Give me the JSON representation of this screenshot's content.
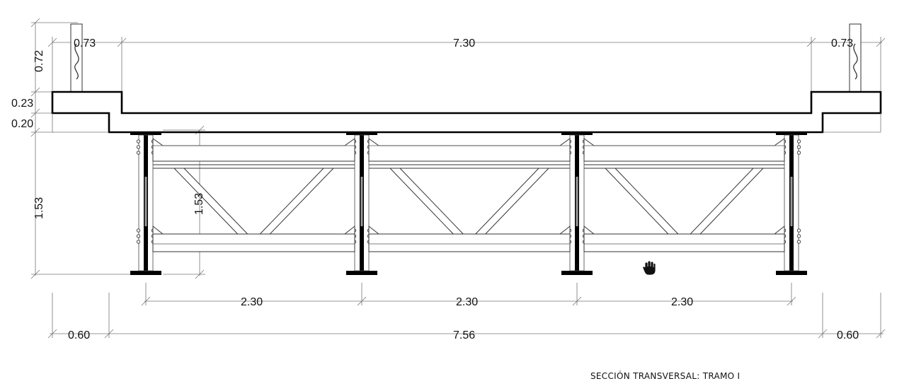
{
  "dimensions": {
    "railing_height": "0.72",
    "curb_height": "0.23",
    "slab_thickness": "0.20",
    "girder_depth_left": "1.53",
    "girder_depth_inner": "1.53",
    "left_curb_width": "0.73",
    "roadway_width": "7.30",
    "right_curb_width": "0.73",
    "girder_spacing_1": "2.30",
    "girder_spacing_2": "2.30",
    "girder_spacing_3": "2.30",
    "left_overhang": "0.60",
    "total_girder_span": "7.56",
    "right_overhang": "0.60"
  },
  "caption": "SECCIÓN TRANSVERSAL: TRAMO I",
  "cursor_icon": "hand-icon"
}
